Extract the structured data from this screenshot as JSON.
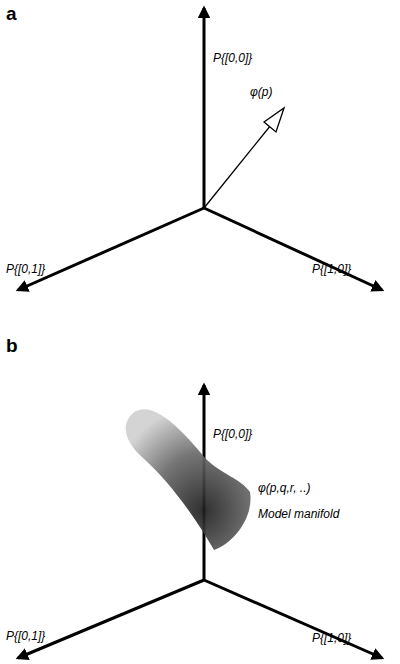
{
  "diagram": {
    "labels": [
      "a",
      "P{[0,0]}",
      "φ(p)",
      "P{[0,1]}",
      "P{[1,0]}",
      "b",
      "P{[0,0]}",
      "φ(p,q,r, ..)",
      "Model manifold",
      "P{[0,1]}",
      "P{[1,0]}"
    ]
  }
}
